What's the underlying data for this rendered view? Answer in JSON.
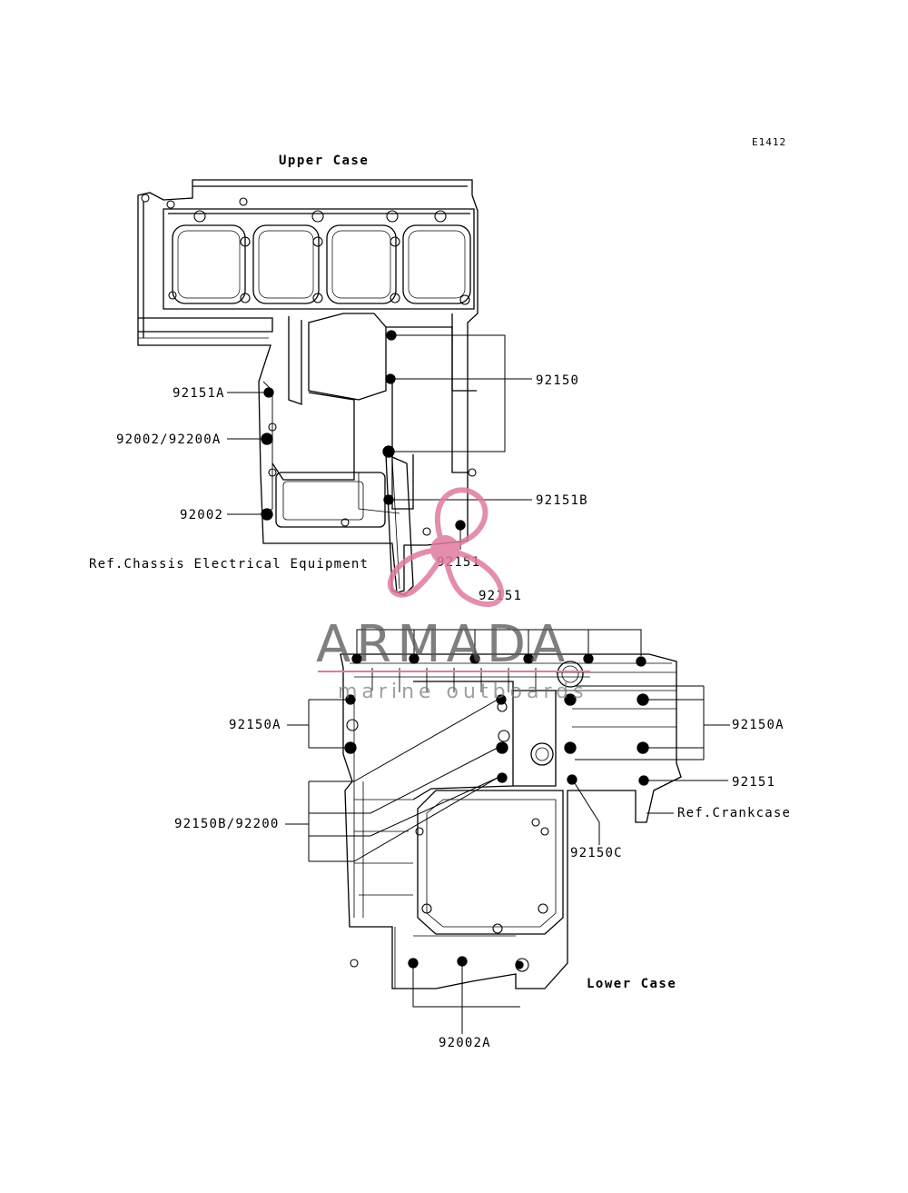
{
  "diagram_code": "E1412",
  "titles": {
    "upper_case": "Upper Case",
    "lower_case": "Lower Case"
  },
  "callouts": {
    "p92150": "92150",
    "p92151A": "92151A",
    "p92002_92200A": "92002/92200A",
    "p92151B": "92151B",
    "p92002": "92002",
    "ref_chassis": "Ref.Chassis Electrical Equipment",
    "p92151_upper_a": "92151",
    "p92151_upper_b": "92151",
    "p92150A_left": "92150A",
    "p92150A_right": "92150A",
    "p92151_lower": "92151",
    "ref_crankcase": "Ref.Crankcase",
    "p92150B_92200": "92150B/92200",
    "p92150C": "92150C",
    "p92002A": "92002A"
  },
  "watermark": {
    "brand": "ARMADA",
    "tagline": "marine outboards",
    "color": "#e07aa0"
  }
}
